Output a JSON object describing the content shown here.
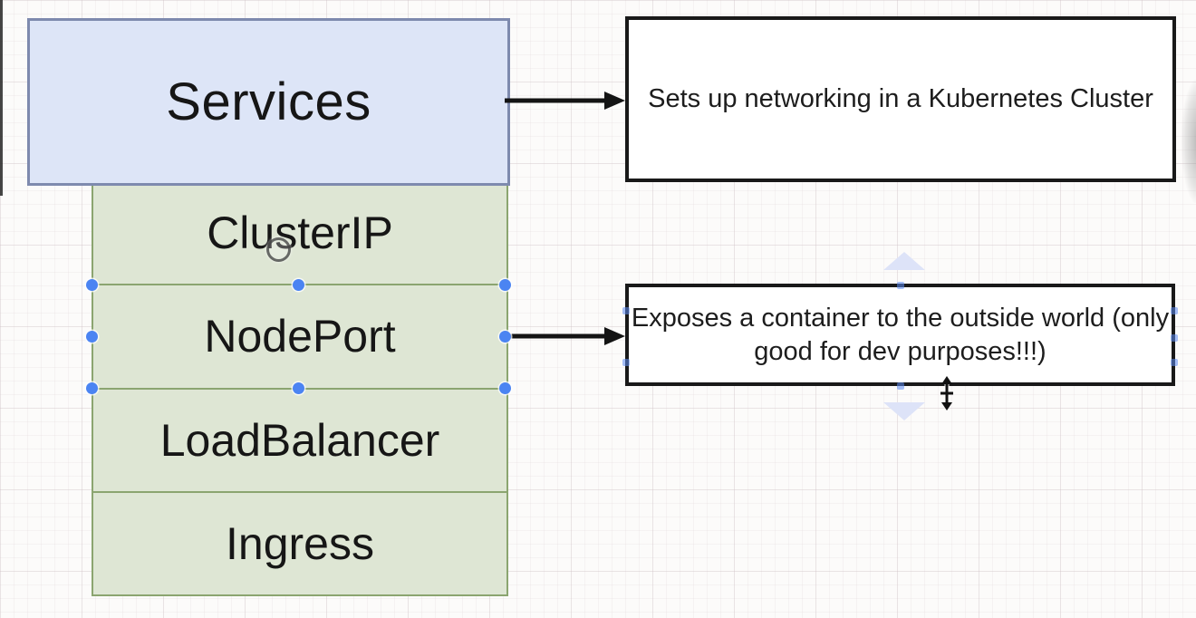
{
  "app": {
    "kind": "diagram-editor-canvas",
    "topic": "Kubernetes Services"
  },
  "palette": {
    "services_fill": "#dde5f7",
    "services_border": "#7e8aae",
    "stack_fill": "#dee6d4",
    "stack_border": "#8ba570",
    "note_fill": "#ffffff",
    "note_border": "#191919",
    "arrow_color": "#141414",
    "selection_handle_color": "#4b84f2",
    "hover_arrow_color": "#dde3f8",
    "text_color": "#161616"
  },
  "diagram": {
    "services_box": {
      "label": "Services"
    },
    "service_types": {
      "items": [
        {
          "label": "ClusterIP",
          "selected": false
        },
        {
          "label": "NodePort",
          "selected": true
        },
        {
          "label": "LoadBalancer",
          "selected": false
        },
        {
          "label": "Ingress",
          "selected": false
        }
      ]
    },
    "notes": {
      "services_note": {
        "text": "Sets up networking in a Kubernetes Cluster"
      },
      "nodeport_note": {
        "text": "Exposes a container to the outside world (only good for dev purposes!!!)"
      }
    },
    "connectors": [
      {
        "from": "Services",
        "to": "services_note",
        "style": "solid-arrow"
      },
      {
        "from": "NodePort",
        "to": "nodeport_note",
        "style": "solid-arrow"
      }
    ]
  }
}
